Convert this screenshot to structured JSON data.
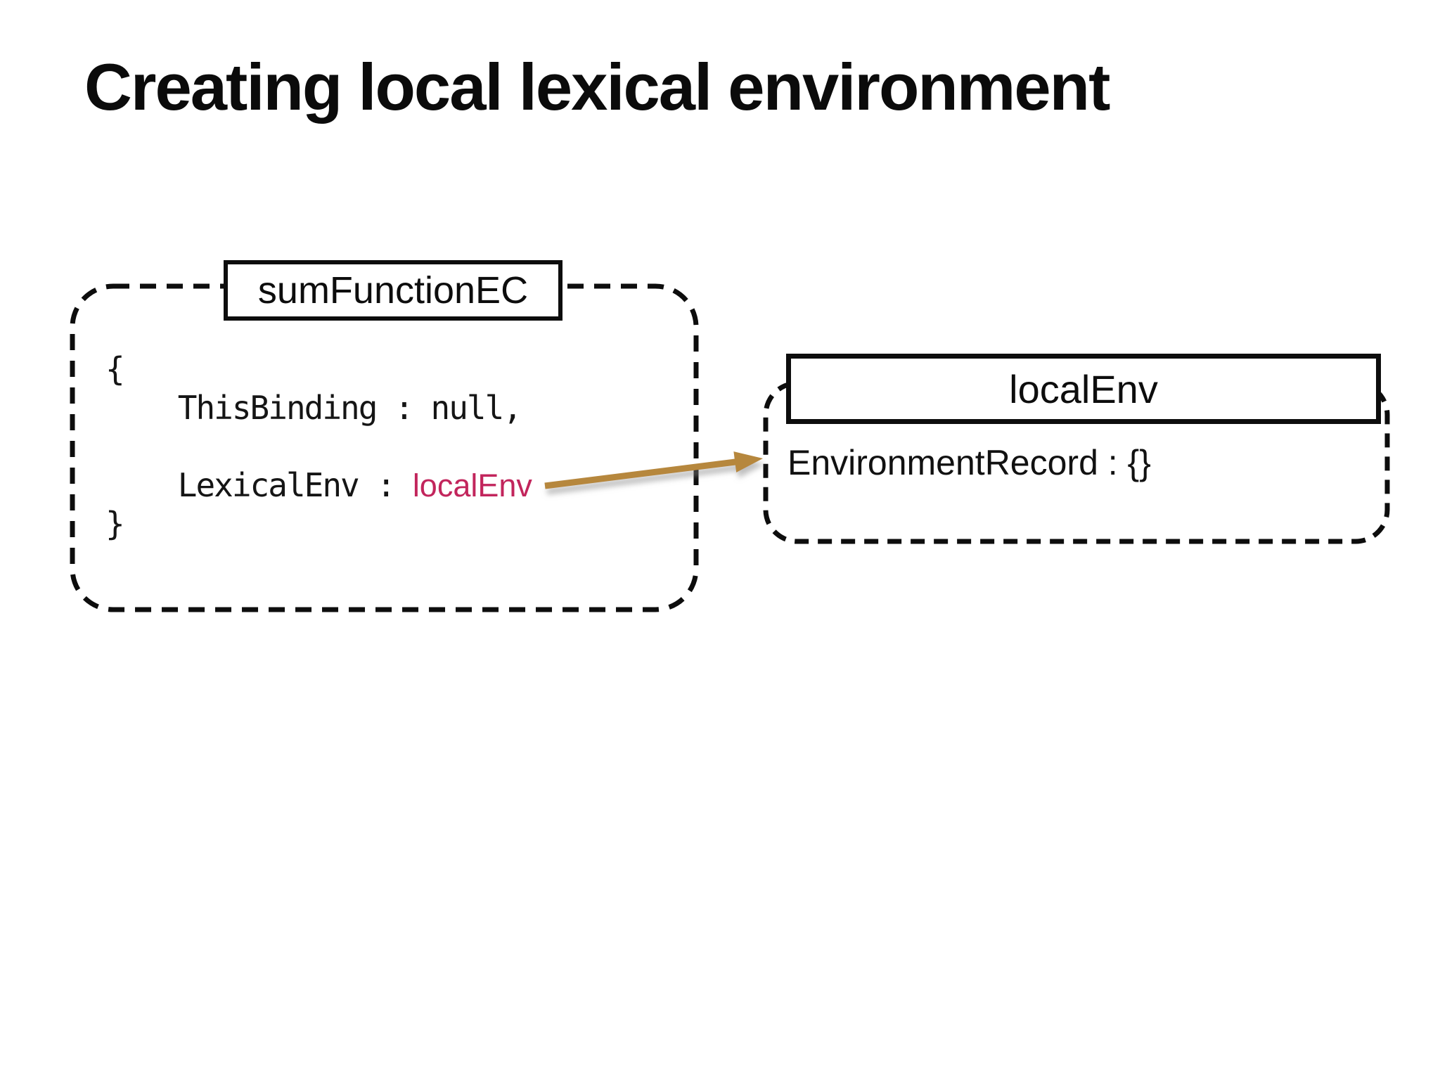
{
  "slide": {
    "title": "Creating local lexical environment",
    "colors": {
      "background": "#ffffff",
      "ink": "#111111",
      "accent_pink": "#c2255c",
      "arrow": "#b6873e"
    }
  },
  "sum_function_box": {
    "label": "sumFunctionEC",
    "code": {
      "open_brace": "{",
      "line1": "    ThisBinding : null,",
      "line2_key": "    LexicalEnv : ",
      "line2_value": "localEnv",
      "close_brace": "}"
    }
  },
  "connector": {
    "type": "arrow",
    "color": "#b6873e"
  },
  "local_env_box": {
    "label": "localEnv",
    "record": "EnvironmentRecord : {}"
  }
}
